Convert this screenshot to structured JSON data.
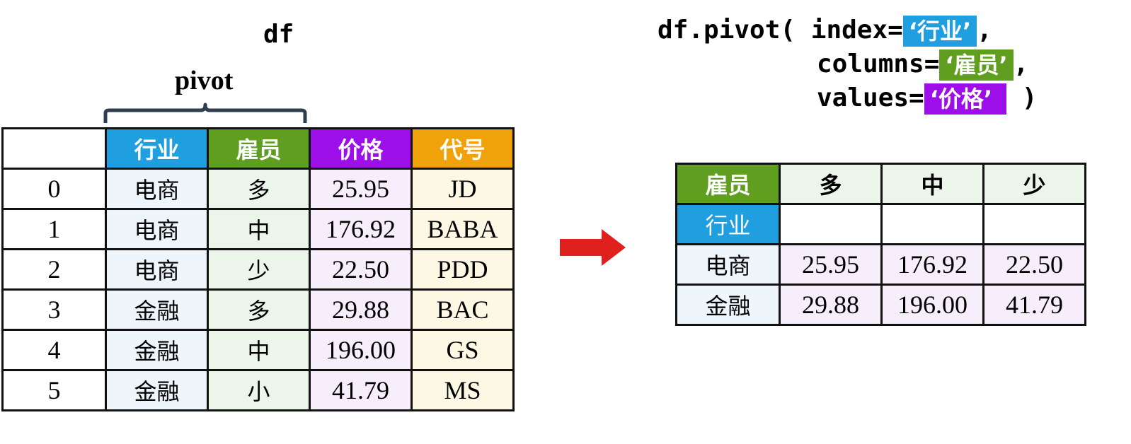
{
  "left": {
    "title": "df",
    "brace_label": "pivot",
    "columns": [
      "行业",
      "雇员",
      "价格",
      "代号"
    ],
    "rows": [
      [
        "0",
        "电商",
        "多",
        "25.95",
        "JD"
      ],
      [
        "1",
        "电商",
        "中",
        "176.92",
        "BABA"
      ],
      [
        "2",
        "电商",
        "少",
        "22.50",
        "PDD"
      ],
      [
        "3",
        "金融",
        "多",
        "29.88",
        "BAC"
      ],
      [
        "4",
        "金融",
        "中",
        "196.00",
        "GS"
      ],
      [
        "5",
        "金融",
        "小",
        "41.79",
        "MS"
      ]
    ]
  },
  "code": {
    "line1_prefix": "df.pivot(",
    "index_kw": "index=",
    "index_val": "‘行业’",
    "comma1": ",",
    "columns_kw": "columns=",
    "columns_val": "‘雇员’",
    "comma2": ",",
    "values_kw": "values=",
    "values_val": "‘价格’",
    "close": ")"
  },
  "right": {
    "col_header_label": "雇员",
    "col_values": [
      "多",
      "中",
      "少"
    ],
    "row_header_label": "行业",
    "rows": [
      {
        "label": "电商",
        "values": [
          "25.95",
          "176.92",
          "22.50"
        ]
      },
      {
        "label": "金融",
        "values": [
          "29.88",
          "196.00",
          "41.79"
        ]
      }
    ]
  },
  "colors": {
    "industry": "#1f9ee0",
    "employees": "#5f9e1e",
    "price": "#9d0fe8",
    "ticker": "#f0a20a",
    "arrow": "#e0201c",
    "brace": "#2c3e50"
  }
}
